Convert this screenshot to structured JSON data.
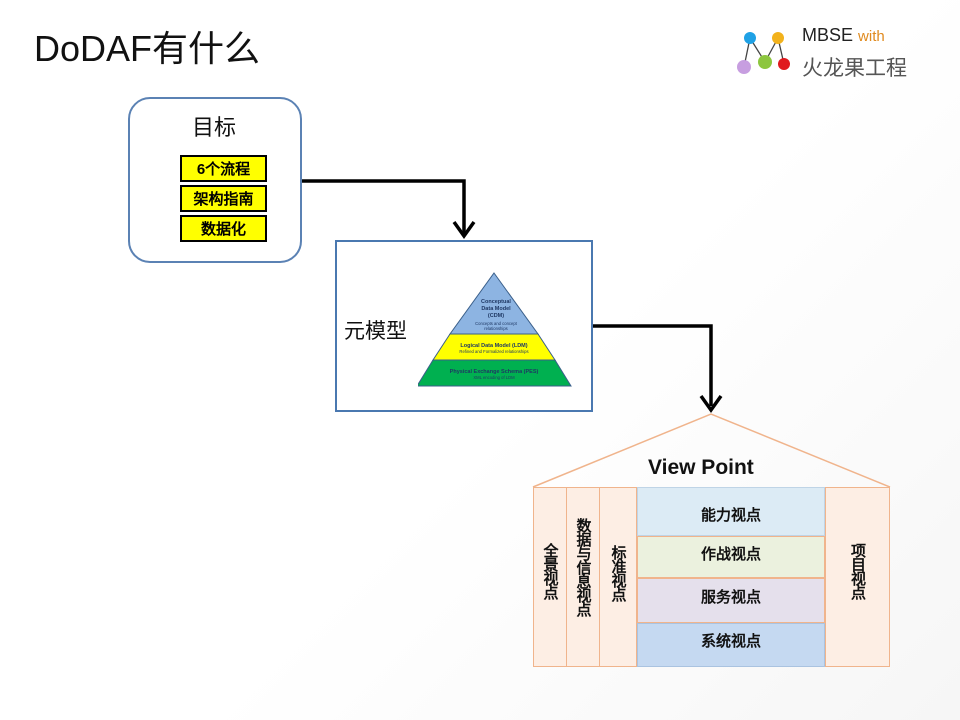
{
  "slide": {
    "title": "DoDAF有什么"
  },
  "logo": {
    "brand": "MBSE",
    "with": "with",
    "subtitle": "火龙果工程"
  },
  "goal": {
    "title": "目标",
    "items": [
      "6个流程",
      "架构指南",
      "数据化"
    ]
  },
  "metamodel": {
    "label": "元模型",
    "pyramid": {
      "top_title_lines": [
        "Conceptual",
        "Data Model",
        "(CDM)"
      ],
      "top_subtitle_lines": [
        "Concepts and concept",
        "relationships"
      ],
      "middle_title": "Logical Data Model (LDM)",
      "middle_subtitle": "Refined and Formalized relationships",
      "bottom_title": "Physical Exchange Schema (PES)",
      "bottom_subtitle": "XML encoding of LDM"
    }
  },
  "viewpoint": {
    "title": "View Point",
    "left_columns": [
      "全景视点",
      "数据与信息视点",
      "标准视点"
    ],
    "center_rows": [
      "能力视点",
      "作战视点",
      "服务视点",
      "系统视点"
    ],
    "right_column": "项目视点"
  },
  "colors": {
    "goal_border": "#5b82b4",
    "goal_item_fill": "#ffff00",
    "pyramid_top": "#8db4e2",
    "pyramid_middle": "#ffff00",
    "pyramid_bottom": "#00b050",
    "vp_outline": "#f0b48c",
    "vp_side_fill": "#fdeee4",
    "row_capability": "#dcebf5",
    "row_operational": "#ebf1de",
    "row_services": "#e5e0ec",
    "row_systems": "#c5d9f1"
  }
}
